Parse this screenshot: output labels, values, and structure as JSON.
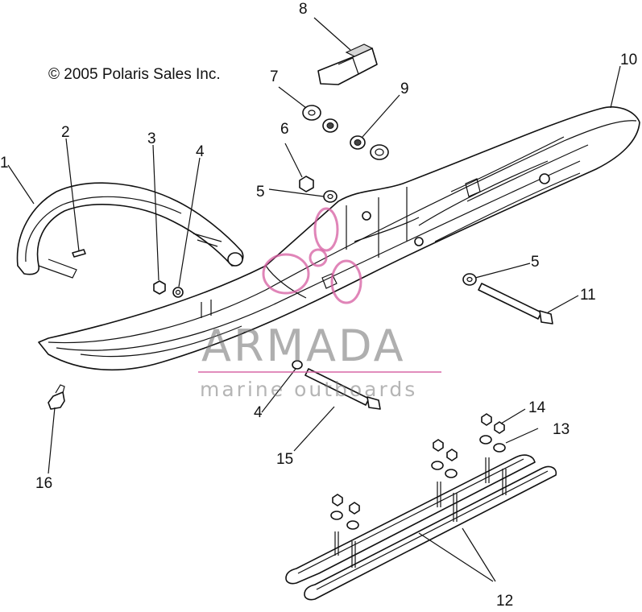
{
  "copyright": "© 2005 Polaris Sales Inc.",
  "watermark": {
    "title": "ARMADA",
    "subtitle": "marine outboards",
    "logo_color": "#d65ca0"
  },
  "callouts": [
    "1",
    "2",
    "3",
    "4",
    "4",
    "5",
    "5",
    "6",
    "7",
    "8",
    "9",
    "10",
    "11",
    "12",
    "13",
    "14",
    "15",
    "16"
  ]
}
